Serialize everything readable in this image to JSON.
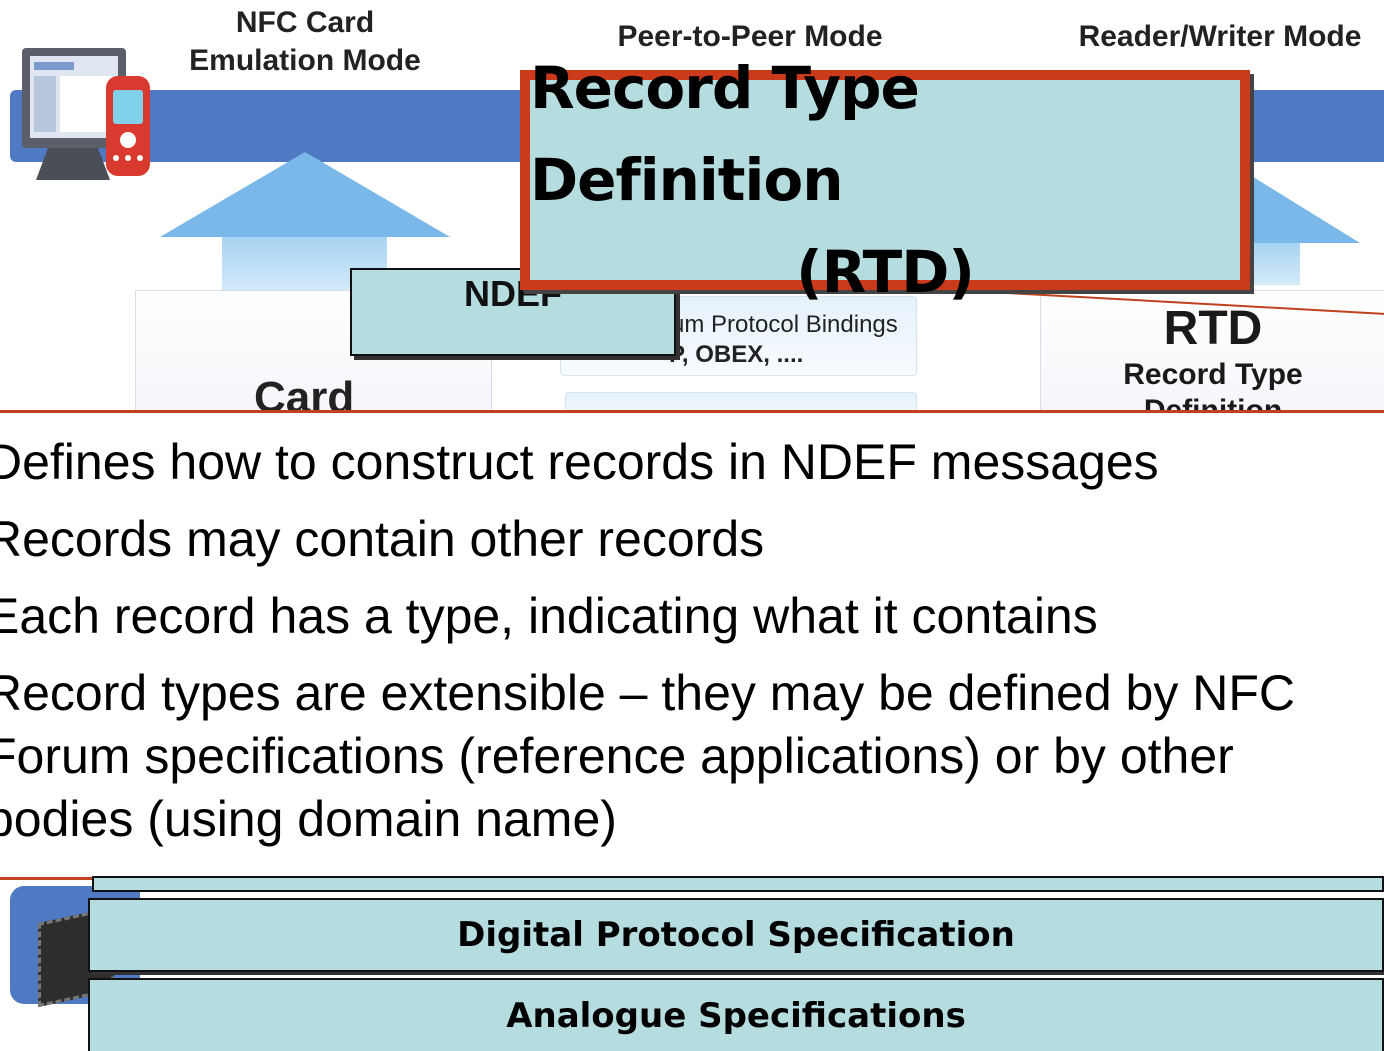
{
  "modes": {
    "card_emulation": "NFC Card\nEmulation Mode",
    "peer_to_peer": "Peer-to-Peer Mode",
    "reader_writer": "Reader/Writer Mode"
  },
  "overlays": {
    "rtd_title_line1": "Record Type Definition",
    "rtd_title_line2": "(RTD)",
    "ndef": "NDEF"
  },
  "background_boxes": {
    "card": "Card",
    "bindings_line1": "um Protocol Bindings",
    "bindings_line2": "P, OBEX, ....",
    "rtd_abbrev": "RTD",
    "rtd_line1": "Record Type",
    "rtd_line2": "Definition"
  },
  "bullets": [
    "Defines how to construct records in NDEF messages",
    "Records may contain other records",
    "Each record has a type, indicating what it contains",
    "Record types are extensible – they may be defined by NFC",
    "Forum specifications (reference applications) or by other",
    "bodies (using domain name)"
  ],
  "bottom_bars": {
    "digital": "Digital Protocol Specification",
    "analogue": "Analogue Specifications"
  }
}
